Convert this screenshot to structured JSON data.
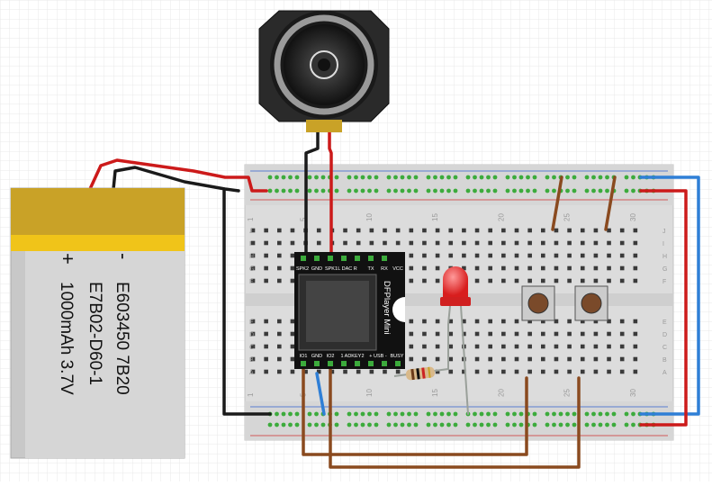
{
  "battery": {
    "plus": "+",
    "minus": "-",
    "line1": "E603450 7B20",
    "line2": "E7B02-D60-1",
    "line3": "1000mAh 3.7V"
  },
  "dfplayer": {
    "name": "DFPlayer Mini",
    "top_pins": [
      "SPK2",
      "GND",
      "SPK1",
      "L DAC R",
      "TX",
      "RX",
      "VCC"
    ],
    "bottom_pins": [
      "IO1",
      "GND",
      "IO2",
      "1",
      "ADKEY",
      "2",
      "+ USB -",
      "BUSY"
    ]
  },
  "breadboard": {
    "col_numbers": [
      "1",
      "5",
      "10",
      "15",
      "20",
      "25",
      "30"
    ],
    "row_letters_top": [
      "J",
      "I",
      "H",
      "G",
      "F"
    ],
    "row_letters_bottom": [
      "E",
      "D",
      "C",
      "B",
      "A"
    ]
  },
  "colors": {
    "wire_red": "#cc1a1a",
    "wire_black": "#1a1a1a",
    "wire_blue": "#2f7fd6",
    "wire_brown": "#8a4a1f",
    "battery_gold": "#c9a227",
    "battery_yellow": "#f0c419",
    "battery_body": "#c8c8c8",
    "led_red": "#e53030"
  }
}
